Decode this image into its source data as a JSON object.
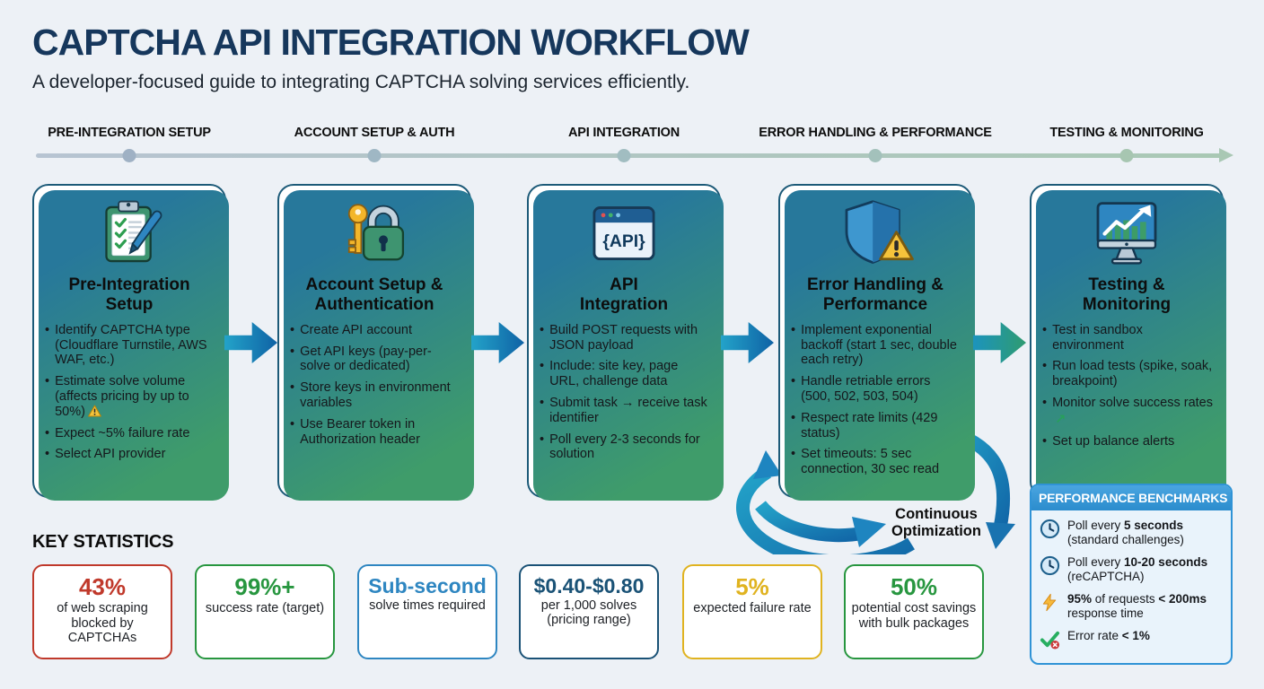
{
  "header": {
    "title": "CAPTCHA API INTEGRATION WORKFLOW",
    "subtitle": "A developer-focused guide to integrating CAPTCHA solving services efficiently."
  },
  "timeline": {
    "labels": [
      "PRE-INTEGRATION SETUP",
      "ACCOUNT SETUP & AUTH",
      "API INTEGRATION",
      "ERROR HANDLING & PERFORMANCE",
      "TESTING & MONITORING"
    ]
  },
  "stages": [
    {
      "icon": "clipboard-check-icon",
      "title": "Pre-Integration\nSetup",
      "bullets": [
        {
          "text": "Identify CAPTCHA type (Cloudflare Turnstile, AWS WAF, etc.)"
        },
        {
          "text": "Estimate solve volume (affects pricing by up to 50%)",
          "suffix_icon": "warning-icon"
        },
        {
          "text": "Expect ~5% failure rate"
        },
        {
          "text": "Select API provider"
        }
      ]
    },
    {
      "icon": "key-lock-icon",
      "title": "Account Setup &\nAuthentication",
      "bullets": [
        {
          "text": "Create API account"
        },
        {
          "text": "Get API keys (pay-per-solve or dedicated)"
        },
        {
          "text": "Store keys in environment variables"
        },
        {
          "text": "Use Bearer token in Authorization header"
        }
      ]
    },
    {
      "icon": "api-window-icon",
      "title": "API\nIntegration",
      "bullets": [
        {
          "text": "Build POST requests with JSON payload"
        },
        {
          "text": "Include: site key, page URL, challenge data"
        },
        {
          "text": "Submit task → receive task identifier"
        },
        {
          "text": "Poll every 2-3 seconds for solution"
        }
      ]
    },
    {
      "icon": "shield-warning-icon",
      "title": "Error Handling &\nPerformance",
      "bullets": [
        {
          "text": "Implement exponential backoff (start 1 sec, double each retry)"
        },
        {
          "text": "Handle retriable errors (500, 502, 503, 504)"
        },
        {
          "text": "Respect rate limits (429 status)"
        },
        {
          "text": "Set timeouts: 5 sec connection, 30 sec read"
        }
      ]
    },
    {
      "icon": "monitor-chart-icon",
      "title": "Testing &\nMonitoring",
      "bullets": [
        {
          "text": "Test in sandbox environment"
        },
        {
          "text": "Run load tests (spike, soak, breakpoint)"
        },
        {
          "text": "Monitor solve success rates",
          "suffix_icon": "up-trend-icon"
        },
        {
          "text": "Set up balance alerts"
        }
      ]
    }
  ],
  "loop": {
    "label": "Continuous\nOptimization"
  },
  "key_statistics": {
    "heading": "KEY STATISTICS",
    "stats": [
      {
        "value": "43%",
        "label": "of web scraping blocked by CAPTCHAs",
        "color": "#c0392b"
      },
      {
        "value": "99%+",
        "label": "success rate (target)",
        "color": "#27963f"
      },
      {
        "value": "Sub-second",
        "label": "solve times required",
        "color": "#2e86c1"
      },
      {
        "value": "$0.40-$0.80",
        "label": "per 1,000 solves (pricing range)",
        "color": "#1a5276"
      },
      {
        "value": "5%",
        "label": "expected failure rate",
        "color": "#e0b320"
      },
      {
        "value": "50%",
        "label": "potential cost savings with bulk packages",
        "color": "#27963f"
      }
    ]
  },
  "benchmarks": {
    "heading": "PERFORMANCE BENCHMARKS",
    "items": [
      {
        "icon": "clock-icon",
        "segments": [
          {
            "text": "Poll every ",
            "bold": false
          },
          {
            "text": "5 seconds",
            "bold": true
          },
          {
            "text": " (standard challenges)",
            "bold": false
          }
        ]
      },
      {
        "icon": "clock-icon",
        "segments": [
          {
            "text": "Poll every ",
            "bold": false
          },
          {
            "text": "10-20 seconds",
            "bold": true
          },
          {
            "text": " (reCAPTCHA)",
            "bold": false
          }
        ]
      },
      {
        "icon": "lightning-icon",
        "segments": [
          {
            "text": "95%",
            "bold": true
          },
          {
            "text": " of requests ",
            "bold": false
          },
          {
            "text": "< 200ms",
            "bold": true
          },
          {
            "text": " response time",
            "bold": false
          }
        ]
      },
      {
        "icon": "check-error-icon",
        "segments": [
          {
            "text": "Error rate ",
            "bold": false
          },
          {
            "text": "< 1%",
            "bold": true
          }
        ]
      }
    ]
  },
  "colors": {
    "background": "#edf1f6",
    "title": "#16375c",
    "card_border": "#1c5a78",
    "card_shadow_start": "#27789b",
    "card_shadow_end": "#3f9c6a",
    "flow_arrow": "#0f62a5",
    "benchmark_accent": "#2f93d6",
    "timeline_dots": [
      "#9fb1c4",
      "#9fb7c4",
      "#a1bdc1",
      "#a3c1bb",
      "#a7c6b1"
    ]
  }
}
